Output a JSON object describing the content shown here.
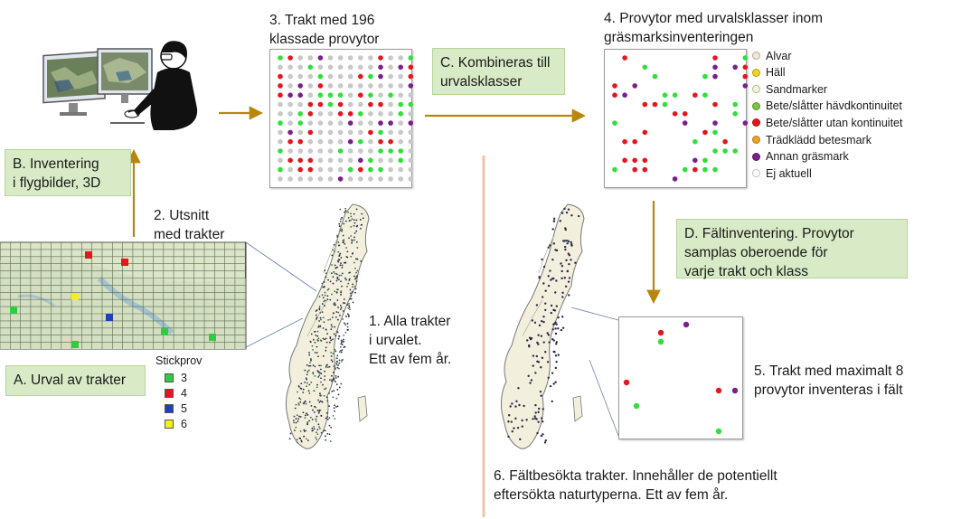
{
  "labels": {
    "step1": "1. Alla trakter\ni urvalet.\nEtt av fem år.",
    "step2": "2. Utsnitt\nmed trakter",
    "step3": "3. Trakt med 196\nklassade provytor",
    "step4": "4. Provytor med urvalsklasser inom\ngräsmarksinventeringen",
    "step5": "5. Trakt med maximalt 8\nprovytor inventeras i fält",
    "step6": "6. Fältbesökta trakter.  Innehåller de potentiellt\neftersökta naturtyperna. Ett av fem år."
  },
  "boxes": {
    "a": "A. Urval av trakter",
    "b": "B. Inventering\ni flygbilder, 3D",
    "c": "C. Kombineras till\nurvalsklasser",
    "d": "D. Fältinventering. Provytor\n  samplas oberoende för\n  varje trakt och klass"
  },
  "stickprov": {
    "title": "Stickprov",
    "items": [
      {
        "label": "3",
        "color": "#2ecc40"
      },
      {
        "label": "4",
        "color": "#e8141c"
      },
      {
        "label": "5",
        "color": "#1f3fbf"
      },
      {
        "label": "6",
        "color": "#f2ef1a"
      }
    ]
  },
  "legend": [
    {
      "label": "Alvar",
      "color": "#f2e6d6"
    },
    {
      "label": "Häll",
      "color": "#f5d31a"
    },
    {
      "label": "Sandmarker",
      "color": "#f2f4d6"
    },
    {
      "label": "Bete/slåtter hävdkontinuitet",
      "color": "#7cc243"
    },
    {
      "label": "Bete/slåtter utan kontinuitet",
      "color": "#e8141c"
    },
    {
      "label": "Trädklädd betesmark",
      "color": "#f0a020"
    },
    {
      "label": "Annan gräsmark",
      "color": "#7a1f8c"
    },
    {
      "label": "Ej aktuell",
      "color": "#ffffff"
    }
  ],
  "colors": {
    "arrow": "#b8860b",
    "divider": "#f2c2a8",
    "grey_dot": "#c8c8c8",
    "green_dot": "#2fe03a",
    "red_dot": "#e8141c",
    "purple_dot": "#7a1f8c"
  },
  "icons": {
    "person": "person-at-3d-workstation-icon",
    "map_sweden_all": "sweden-map-all-tracts-icon",
    "map_sweden_field": "sweden-map-field-tracts-icon"
  }
}
